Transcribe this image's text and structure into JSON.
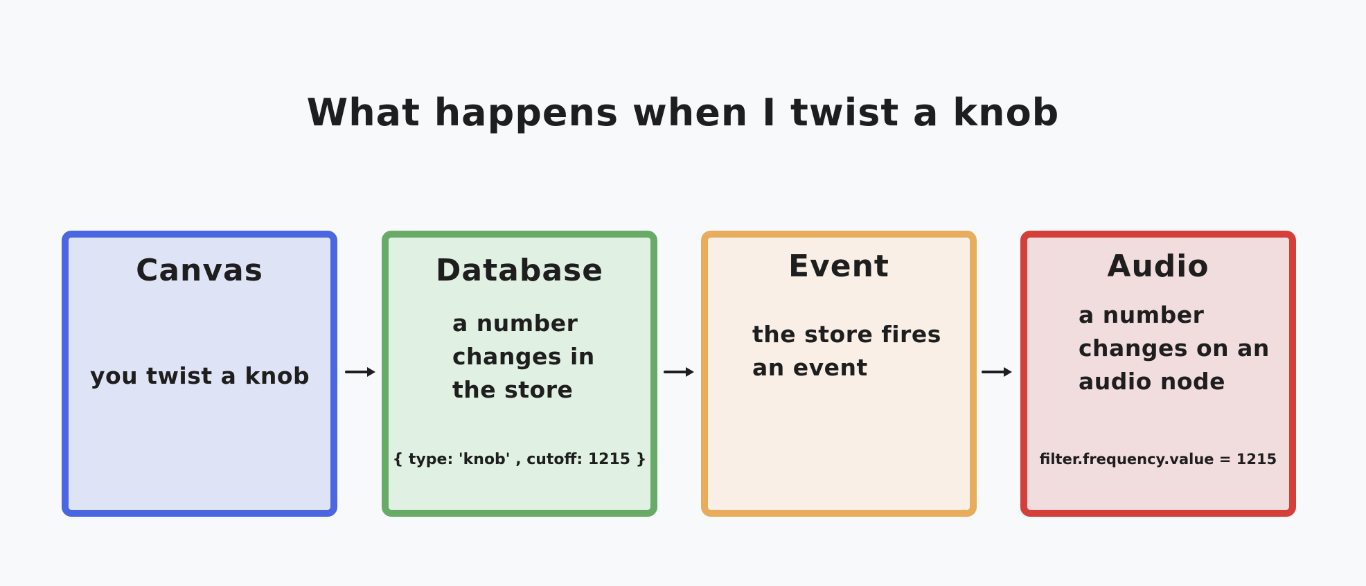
{
  "title": "What happens when I twist a knob",
  "colors": {
    "canvas_border": "#4a66e0",
    "canvas_fill": "#dfe3f6",
    "database_border": "#68ab67",
    "database_fill": "#e0f0e2",
    "event_border": "#e8ad5c",
    "event_fill": "#f9efe6",
    "audio_border": "#d43f3a",
    "audio_fill": "#f1dcde",
    "arrow": "#1e1e1e"
  },
  "boxes": {
    "canvas": {
      "title": "Canvas",
      "body": [
        "you twist a knob"
      ]
    },
    "database": {
      "title": "Database",
      "body": [
        "a number",
        "changes in",
        "the store"
      ],
      "code": "{ type: 'knob' , cutoff: 1215 }"
    },
    "event": {
      "title": "Event",
      "body": [
        "the store fires",
        "an event"
      ]
    },
    "audio": {
      "title": "Audio",
      "body": [
        "a number",
        "changes on an",
        "audio node"
      ],
      "code": "filter.frequency.value = 1215"
    }
  }
}
